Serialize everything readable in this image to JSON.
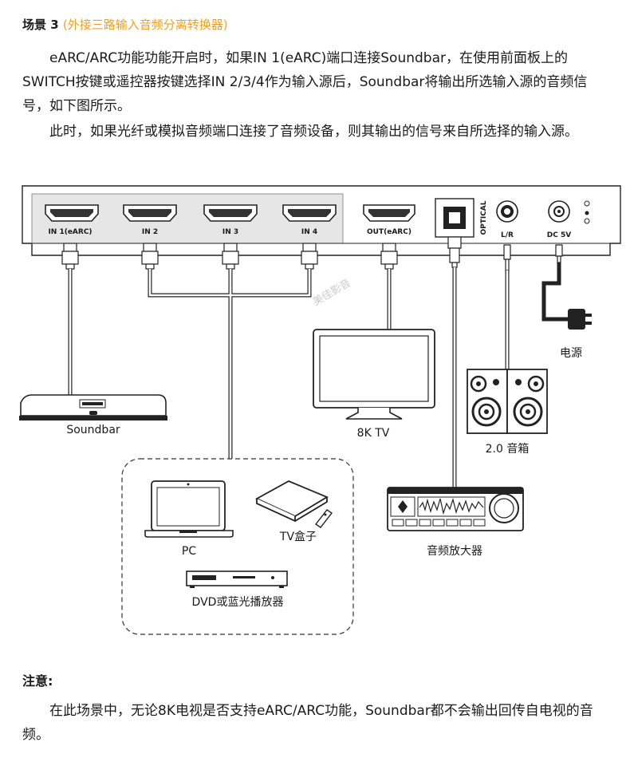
{
  "heading": {
    "prefix": "场景 3",
    "subtitle": "(外接三路输入音频分离转换器)"
  },
  "paragraphs": {
    "p1": "eARC/ARC功能功能开启时，如果IN 1(eARC)端口连接Soundbar，在使用前面板上的SWITCH按键或遥控器按键选择IN 2/3/4作为输入源后，Soundbar将输出所选输入源的音频信号，如下图所示。",
    "p2": "此时，如果光纤或模拟音频端口连接了音频设备，则其输出的信号来自所选择的输入源。"
  },
  "diagram": {
    "ports": {
      "in1": "IN 1(eARC)",
      "in2": "IN 2",
      "in3": "IN 3",
      "in4": "IN 4",
      "out": "OUT(eARC)",
      "optical": "OPTICAL",
      "lr": "L/R",
      "dc": "DC 5V"
    },
    "devices": {
      "soundbar": "Soundbar",
      "tv": "8K TV",
      "speakers": "2.0 音箱",
      "power": "电源",
      "pc": "PC",
      "tvbox": "TV盒子",
      "dvd": "DVD或蓝光播放器",
      "amplifier": "音频放大器"
    },
    "watermark": "美佳影音"
  },
  "note": {
    "title": "注意:",
    "text": "在此场景中，无论8K电视是否支持eARC/ARC功能，Soundbar都不会输出回传自电视的音频。"
  }
}
